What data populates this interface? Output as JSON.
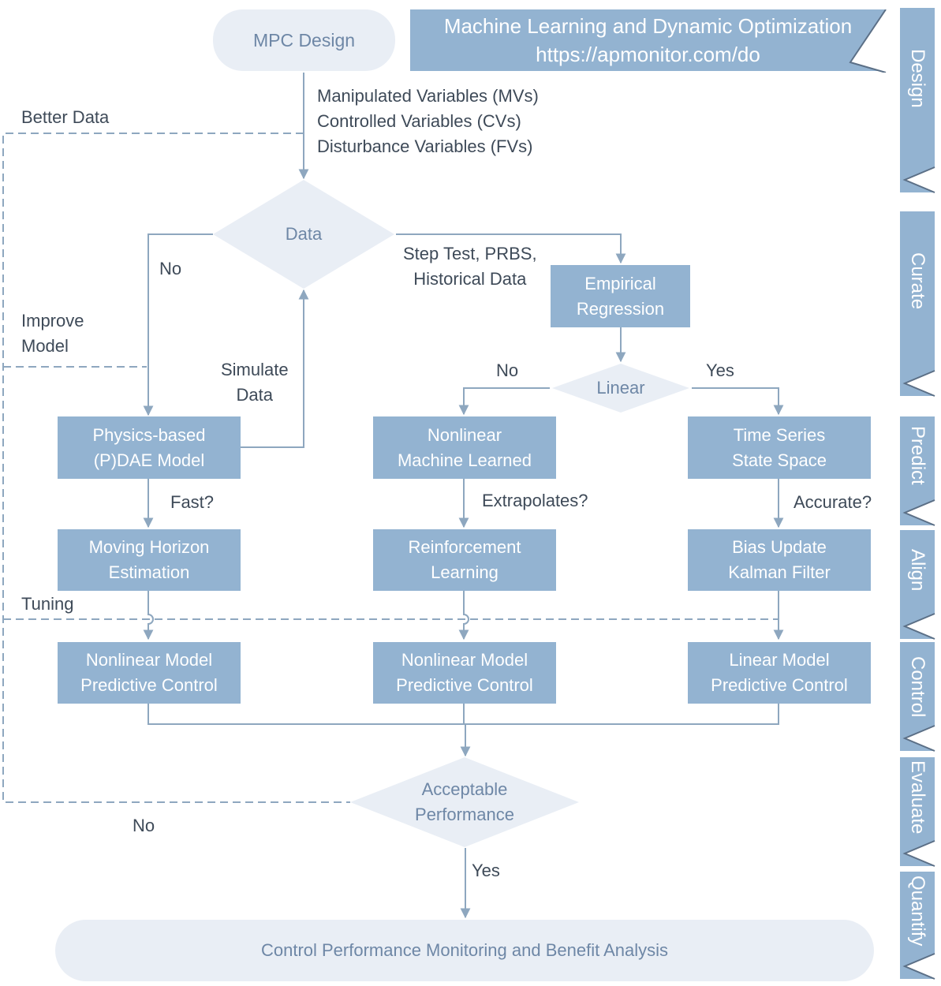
{
  "banner": {
    "line1": "Machine Learning and Dynamic Optimization",
    "line2": "https://apmonitor.com/do"
  },
  "nodes": {
    "mpc_design": "MPC Design",
    "data": "Data",
    "empirical": "Empirical\nRegression",
    "linear": "Linear",
    "physics": "Physics-based\n(P)DAE Model",
    "nonlinear_ml": "Nonlinear\nMachine Learned",
    "time_series": "Time Series\nState Space",
    "mhe": "Moving Horizon\nEstimation",
    "rl": "Reinforcement\nLearning",
    "kalman": "Bias Update\nKalman Filter",
    "nmpc_1": "Nonlinear Model\nPredictive Control",
    "nmpc_2": "Nonlinear Model\nPredictive Control",
    "lmpc": "Linear Model\nPredictive Control",
    "acceptable": "Acceptable\nPerformance",
    "monitoring": "Control Performance Monitoring and Benefit Analysis"
  },
  "labels": {
    "variables": "Manipulated Variables (MVs)\nControlled Variables  (CVs)\nDisturbance Variables (FVs)",
    "better_data": "Better Data",
    "no_data": "No",
    "step_test": "Step Test, PRBS,\nHistorical Data",
    "improve_model": "Improve\nModel",
    "simulate_data": "Simulate\nData",
    "no_linear": "No",
    "yes_linear": "Yes",
    "fast": "Fast?",
    "extrapolates": "Extrapolates?",
    "accurate": "Accurate?",
    "tuning": "Tuning",
    "no_perf": "No",
    "yes_perf": "Yes"
  },
  "tabs": [
    "Design",
    "Curate",
    "Predict",
    "Align",
    "Control",
    "Evaluate",
    "Quantify"
  ],
  "colors": {
    "box": "#93b3d1",
    "pale": "#e9eef5",
    "line": "#8ea7bf",
    "text": "#3e4a58"
  }
}
